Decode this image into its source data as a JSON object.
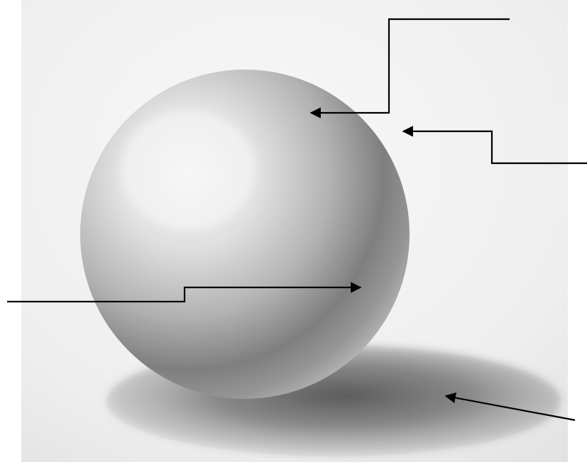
{
  "figure": {
    "subject": "pencil-shaded-sphere",
    "background_color": "#ffffff",
    "paper_color": "#f1f1f1",
    "line_color": "#000000",
    "callouts": [
      {
        "icon": "arrow-icon",
        "target": "highlight"
      },
      {
        "icon": "arrow-icon",
        "target": "background"
      },
      {
        "icon": "arrow-icon",
        "target": "core-shadow"
      },
      {
        "icon": "arrow-icon",
        "target": "cast-shadow"
      }
    ]
  }
}
